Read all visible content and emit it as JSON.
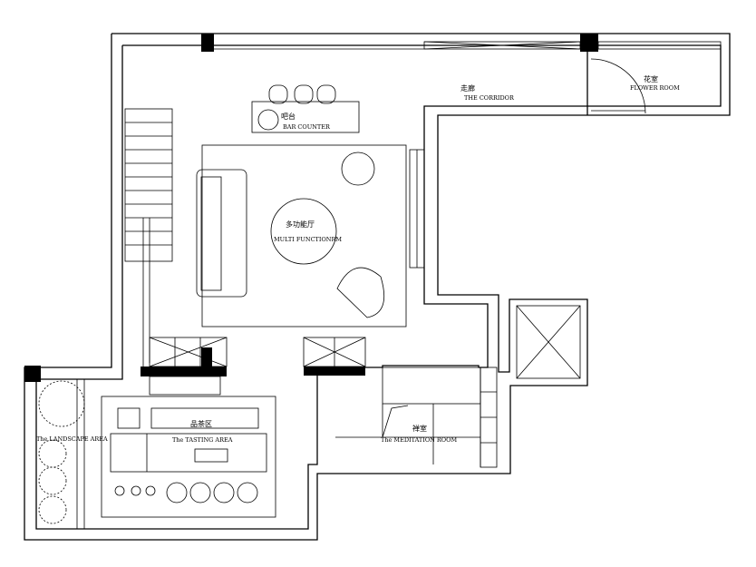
{
  "rooms": {
    "corridor": {
      "zh": "走廊",
      "en": "THE CORRIDOR"
    },
    "flower": {
      "zh": "花室",
      "en": "FLOWER ROOM"
    },
    "bar": {
      "zh": "吧台",
      "en": "BAR COUNTER"
    },
    "multi": {
      "zh": "多功能厅",
      "en": "MULTI FUNCTIONRM"
    },
    "tasting": {
      "zh": "品茶区",
      "en": "The TASTING AREA"
    },
    "landscape": {
      "en": "The LANDSCAPE AREA"
    },
    "meditation": {
      "zh": "禅室",
      "en": "The MEDITATION ROOM"
    }
  },
  "colors": {
    "line": "#000000",
    "background": "#ffffff"
  }
}
